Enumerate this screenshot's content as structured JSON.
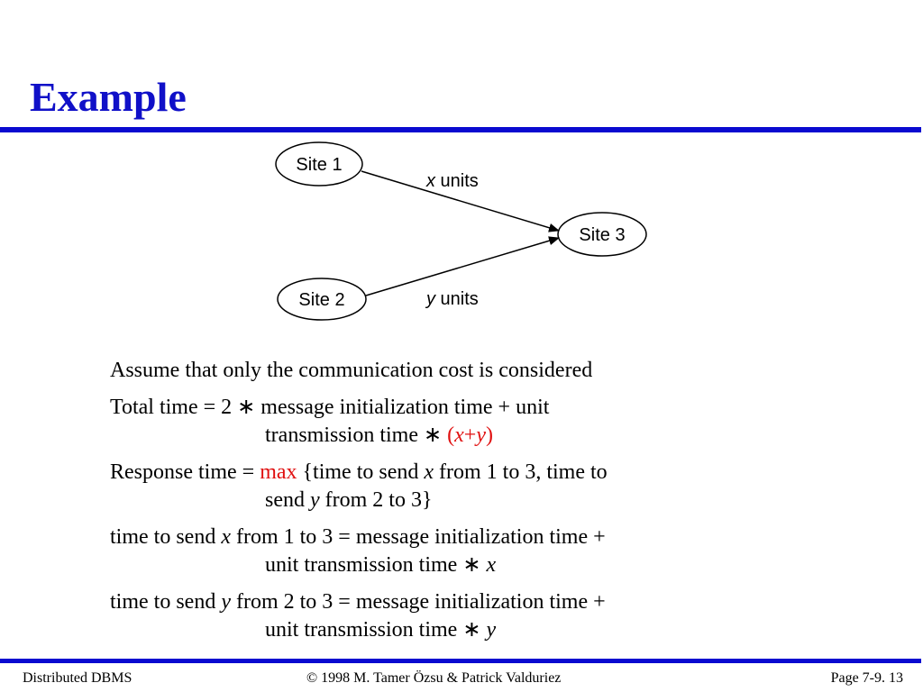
{
  "title": "Example",
  "diagram": {
    "site1": "Site 1",
    "site2": "Site 2",
    "site3": "Site 3",
    "x_var": "x",
    "y_var": "y",
    "units": " units"
  },
  "body": {
    "p1": "Assume that only the communication cost is considered",
    "p2_a": "Total time = 2 ∗ message initialization time + unit",
    "p2_b": "transmission time ∗ ",
    "p2_paren_open": "(",
    "p2_x": "x",
    "p2_plus": "+",
    "p2_y": "y",
    "p2_paren_close": ")",
    "p3_a": "Response time = ",
    "p3_max": "max",
    "p3_b": " {time to send ",
    "p3_x": "x",
    "p3_c": " from 1 to 3, time to",
    "p3_d": "send ",
    "p3_y": "y",
    "p3_e": " from 2 to 3}",
    "p4_a": "time to send ",
    "p4_x": "x",
    "p4_b": " from 1 to 3 = message initialization time +",
    "p4_c": "unit transmission time ∗ ",
    "p4_x2": "x",
    "p5_a": "time to send ",
    "p5_y": "y",
    "p5_b": " from 2 to 3 = message initialization time +",
    "p5_c": "unit transmission time ∗ ",
    "p5_y2": "y"
  },
  "footer": {
    "left": "Distributed DBMS",
    "center": "© 1998 M. Tamer Özsu & Patrick Valduriez",
    "right": "Page 7-9. 13"
  },
  "colors": {
    "title": "#1010c8",
    "rule": "#0a0ad0",
    "highlight": "#e01010"
  }
}
